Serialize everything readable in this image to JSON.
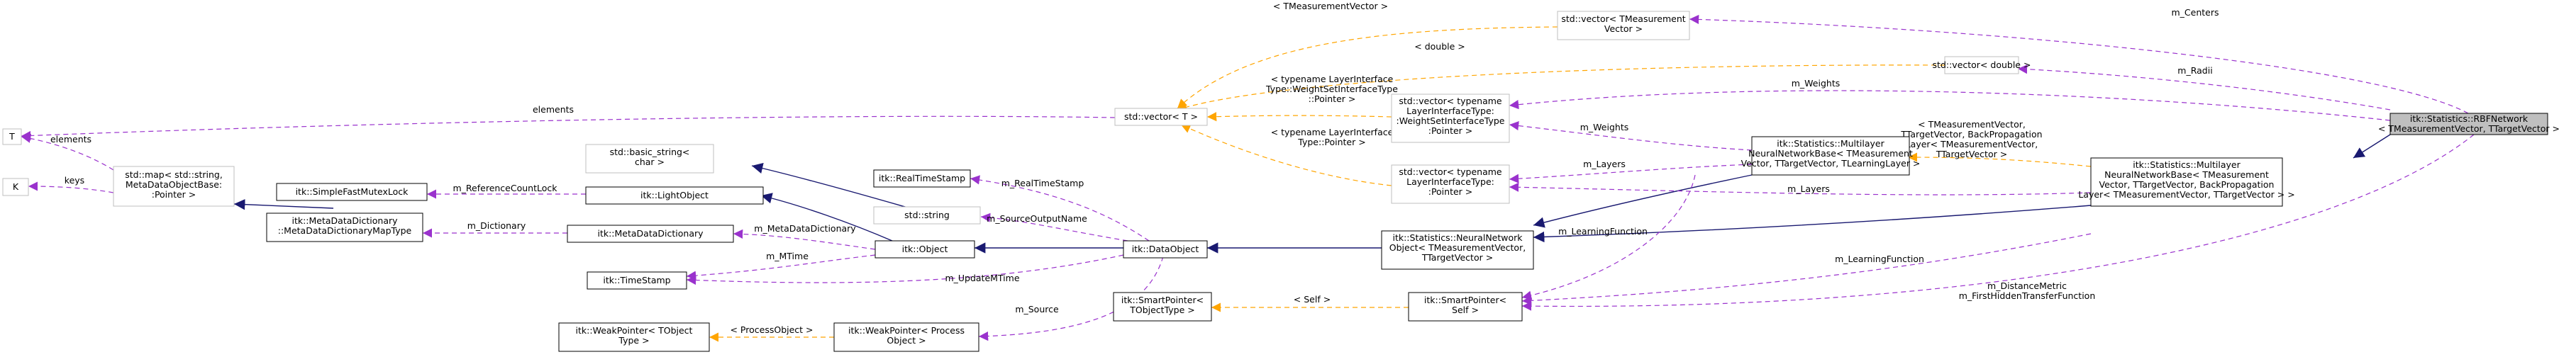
{
  "nodes": {
    "rbf_network": [
      "itk::Statistics::RBFNetwork",
      "< TMeasurementVector, TTargetVector >"
    ],
    "multilayer_network_base": [
      "itk::Statistics::Multilayer",
      "NeuralNetworkBase< TMeasurement",
      "Vector, TTargetVector, BackPropagation",
      "Layer< TMeasurementVector, TTargetVector > >"
    ],
    "multilayer_network_base_tlayer": [
      "itk::Statistics::Multilayer",
      "NeuralNetworkBase< TMeasurement",
      "Vector, TTargetVector, TLearningLayer >"
    ],
    "neural_network_object": [
      "itk::Statistics::NeuralNetwork",
      "Object< TMeasurementVector,",
      "TTargetVector >"
    ],
    "data_object": [
      "itk::DataObject"
    ],
    "object": [
      "itk::Object"
    ],
    "light_object": [
      "itk::LightObject"
    ],
    "simple_fast_mutex_lock": [
      "itk::SimpleFastMutexLock"
    ],
    "meta_data_dictionary": [
      "itk::MetaDataDictionary"
    ],
    "meta_data_dictionary_map_type": [
      "itk::MetaDataDictionary",
      "::MetaDataDictionaryMapType"
    ],
    "std_map": [
      "std::map< std::string,",
      "MetaDataObjectBase:",
      ":Pointer >"
    ],
    "key_t": [
      "T"
    ],
    "key_k": [
      "K"
    ],
    "time_stamp": [
      "itk::TimeStamp"
    ],
    "real_time_stamp": [
      "itk::RealTimeStamp"
    ],
    "std_string": [
      "std::string"
    ],
    "std_basic_string": [
      "std::basic_string<",
      "char >"
    ],
    "std_vector_t": [
      "std::vector< T >"
    ],
    "vector_tmeasurement": [
      "std::vector< TMeasurement",
      "Vector >"
    ],
    "vector_double": [
      "std::vector< double >"
    ],
    "vector_weightset": [
      "std::vector< typename",
      "LayerInterfaceType:",
      ":WeightSetInterfaceType",
      ":Pointer >"
    ],
    "vector_layerinterface": [
      "std::vector< typename",
      "LayerInterfaceType:",
      ":Pointer >"
    ],
    "smart_pointer_tobject": [
      "itk::SmartPointer<",
      "TObjectType >"
    ],
    "smart_pointer_self": [
      "itk::SmartPointer<",
      "Self >"
    ],
    "weak_pointer_tobject": [
      "itk::WeakPointer< TObject",
      "Type >"
    ],
    "weak_pointer_process": [
      "itk::WeakPointer< Process",
      "Object >"
    ]
  },
  "edge_labels": {
    "m_centers": "m_Centers",
    "m_radii": "m_Radii",
    "m_weights_top": "m_Weights",
    "m_weights_mid": "m_Weights",
    "m_layers_mid": "m_Layers",
    "m_layers_low": "m_Layers",
    "m_learning_function_a": "m_LearningFunction",
    "m_learning_function_b": "m_LearningFunction",
    "m_distance_metric": "m_DistanceMetric",
    "m_first_hidden": "m_FirstHiddenTransferFunction",
    "elements_top": "elements",
    "elements_left": "elements",
    "keys": "keys",
    "m_reference_count_lock": "m_ReferenceCountLock",
    "m_dictionary": "m_Dictionary",
    "m_meta_data_dictionary": "m_MetaDataDictionary",
    "m_mtime": "m_MTime",
    "m_update_mtime": "m_UpdateMTime",
    "m_real_time_stamp": "m_RealTimeStamp",
    "m_source_output_name": "m_SourceOutputName",
    "m_source": "m_Source",
    "self": "< Self >",
    "process_object": "< ProcessObject >",
    "tmeasurement_vector": "< TMeasurementVector >",
    "double": "< double >",
    "weightset_template": [
      "< typename LayerInterface",
      "Type::WeightSetInterfaceType",
      "::Pointer >"
    ],
    "layerinterface_template": [
      "< typename LayerInterface",
      "Type::Pointer >"
    ],
    "tlayer_template": [
      "< TMeasurementVector,",
      "TTargetVector, BackPropagation",
      "Layer< TMeasurementVector,",
      "TTargetVector >"
    ]
  },
  "colors": {
    "inheritance": "#191970",
    "usage": "#9a32cd",
    "template": "#ffa500",
    "focus_fill": "#bfbfbf",
    "gray_border": "#bfbfbf"
  }
}
